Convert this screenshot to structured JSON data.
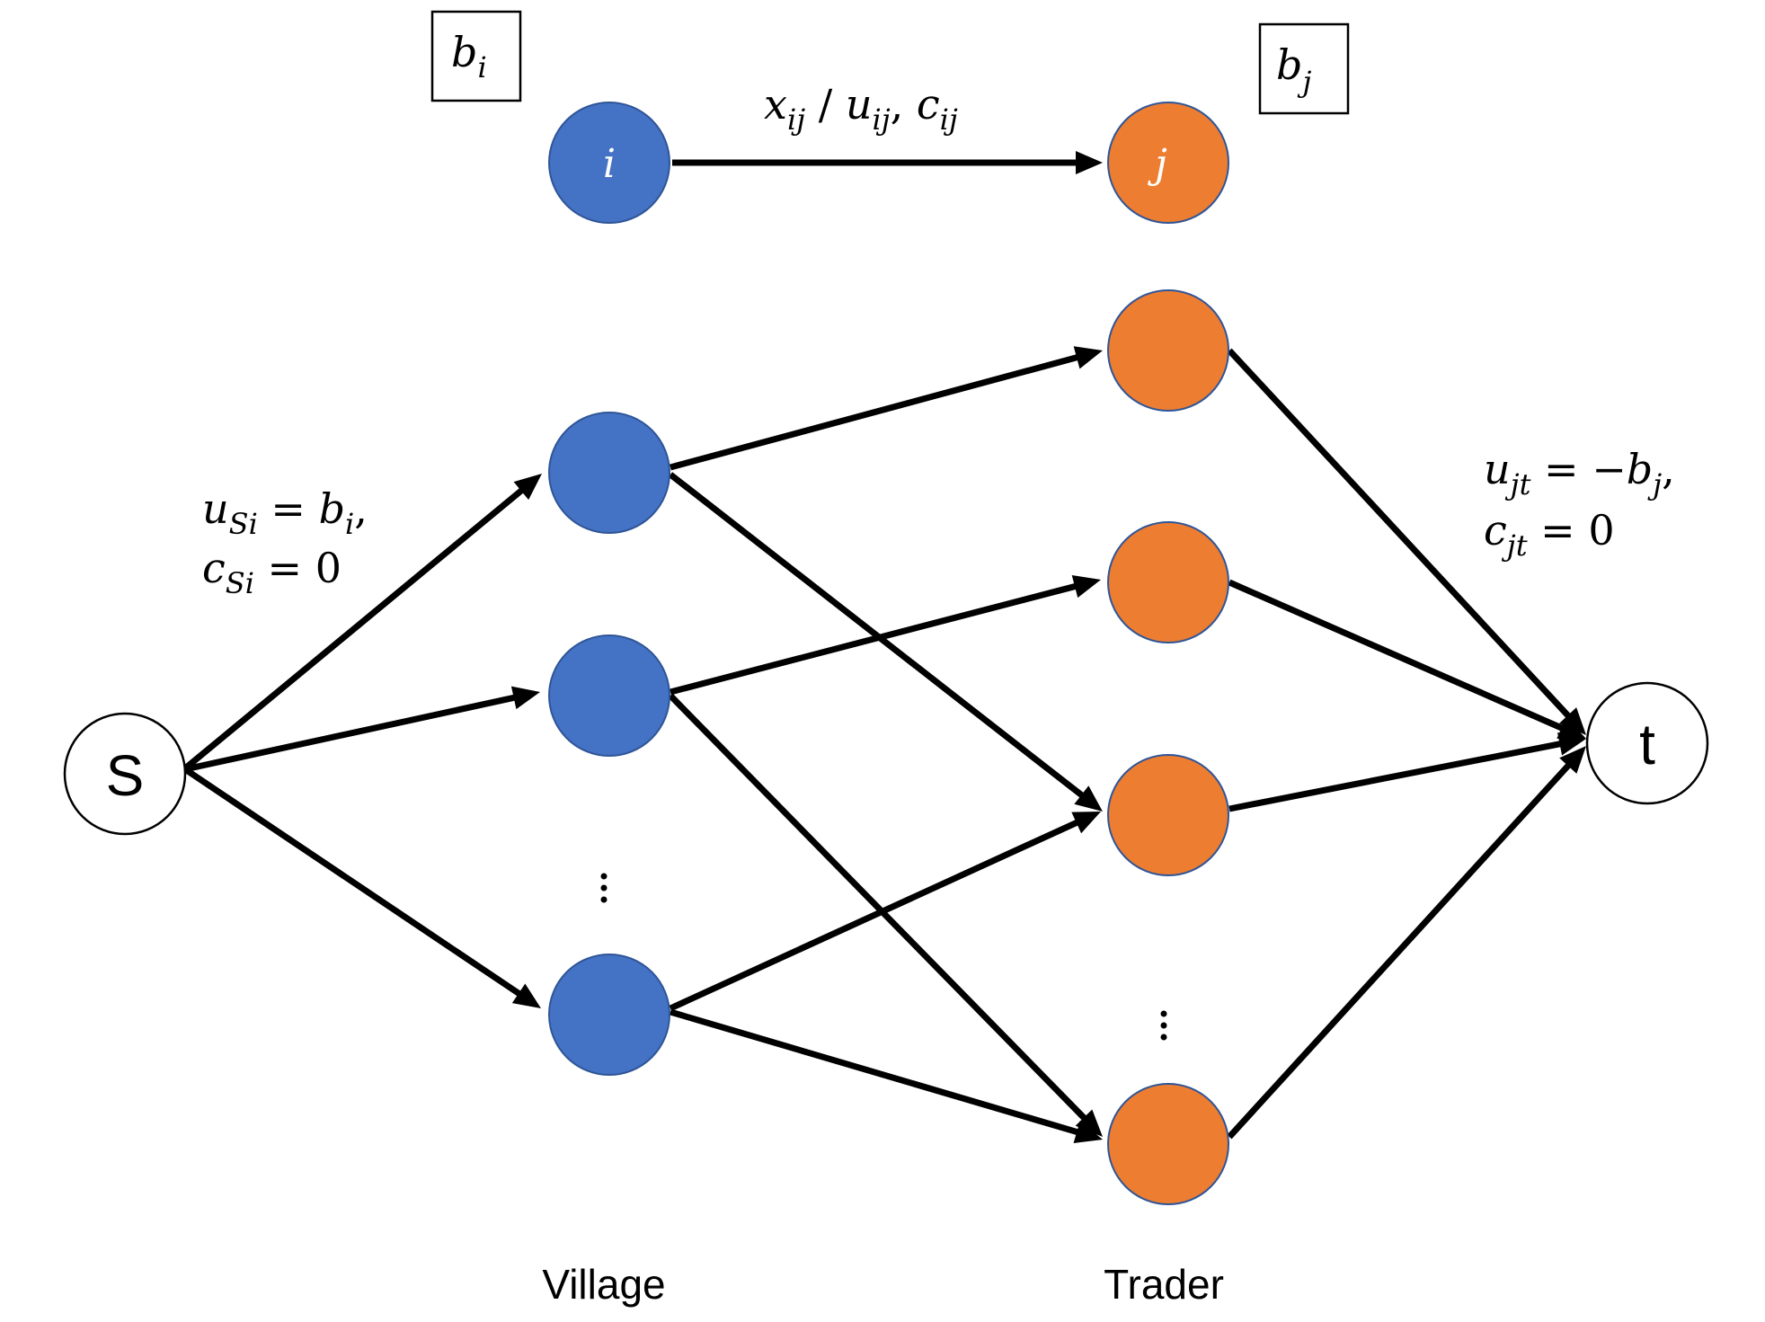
{
  "legend": {
    "box_i_base": "b",
    "box_i_sub": "i",
    "box_j_base": "b",
    "box_j_sub": "j",
    "node_i_label": "i",
    "node_j_label": "j",
    "arc_label": {
      "x_base": "x",
      "x_sub": "ij",
      "slash": " / ",
      "u_base": "u",
      "u_sub": "ij",
      "comma": ", ",
      "c_base": "c",
      "c_sub": "ij"
    }
  },
  "nodes": {
    "source_label": "S",
    "sink_label": "t"
  },
  "source_arcs_label": {
    "line1_base": "u",
    "line1_sub": "Si",
    "line1_rest": " = ",
    "line1_b": "b",
    "line1_b_sub": "i",
    "line1_end": ",",
    "line2_base": "c",
    "line2_sub": "Si",
    "line2_rest": " = 0"
  },
  "sink_arcs_label": {
    "line1_base": "u",
    "line1_sub": "jt",
    "line1_rest": " = −",
    "line1_b": "b",
    "line1_b_sub": "j",
    "line1_end": ",",
    "line2_base": "c",
    "line2_sub": "jt",
    "line2_rest": " = 0"
  },
  "columns": {
    "village": "Village",
    "trader": "Trader"
  },
  "colors": {
    "village": "#4472c4",
    "trader": "#ed7d31",
    "terminal": "#ffffff",
    "edge": "#000000"
  }
}
